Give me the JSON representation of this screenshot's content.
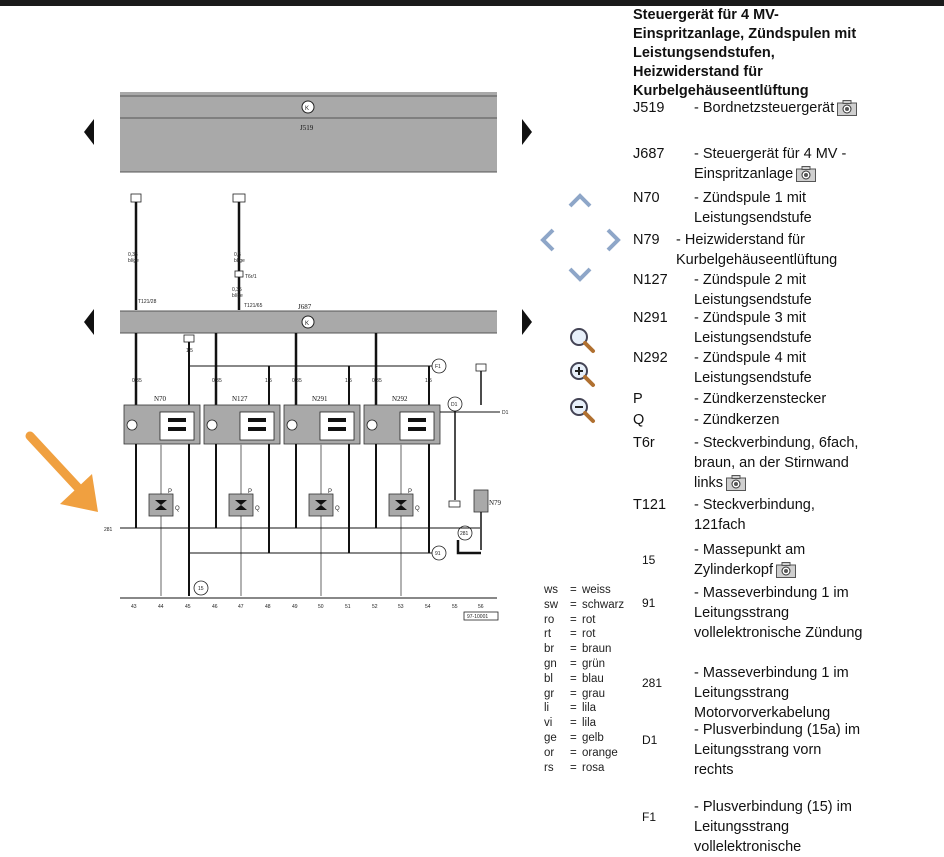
{
  "legend": {
    "title": "Steuergerät für 4 MV-Einspritzanlage, Zündspulen mit Leistungsendstufen, Heizwiderstand für Kurbelgehäuseentlüftung",
    "items": [
      {
        "code": "J519",
        "dash": "-",
        "text": "Bordnetzsteuergerät",
        "camera": true
      },
      {
        "code": "J687",
        "dash": "-",
        "text": "Steuergerät für 4 MV -Einspritzanlage",
        "camera": true
      },
      {
        "code": "N70",
        "dash": "-",
        "text": "Zündspule 1 mit Leistungsendstufe",
        "camera": false
      },
      {
        "code": "N79",
        "dash": "-",
        "text": "Heizwiderstand für Kurbelgehäuseentlüftung",
        "camera": false
      },
      {
        "code": "N127",
        "dash": "-",
        "text": "Zündspule 2 mit Leistungsendstufe",
        "camera": false
      },
      {
        "code": "N291",
        "dash": "-",
        "text": "Zündspule 3 mit Leistungsendstufe",
        "camera": false
      },
      {
        "code": "N292",
        "dash": "-",
        "text": "Zündspule 4 mit Leistungsendstufe",
        "camera": false
      },
      {
        "code": "P",
        "dash": "-",
        "text": "Zündkerzenstecker",
        "camera": false
      },
      {
        "code": "Q",
        "dash": "-",
        "text": "Zündkerzen",
        "camera": false
      },
      {
        "code": "T6r",
        "dash": "-",
        "text": "Steckverbindung, 6fach, braun, an der Stirnwand links",
        "camera": true
      },
      {
        "code": "T121",
        "dash": "-",
        "text": "Steckverbindung, 121fach",
        "camera": false
      },
      {
        "code": "15",
        "dash": "-",
        "text": "Massepunkt am Zylinderkopf",
        "camera": true
      },
      {
        "code": "91",
        "dash": "-",
        "text": "Masseverbindung 1 im Leitungsstrang vollelektronische Zündung",
        "camera": false
      },
      {
        "code": "281",
        "dash": "-",
        "text": "Masseverbindung 1 im Leitungsstrang Motorvorverkabelung",
        "camera": false
      },
      {
        "code": "D1",
        "dash": "-",
        "text": "Plusverbindung (15a) im Leitungsstrang vorn rechts",
        "camera": false
      },
      {
        "code": "F1",
        "dash": "-",
        "text": "Plusverbindung (15) im Leitungsstrang vollelektronische",
        "camera": false
      }
    ]
  },
  "abbreviations": [
    {
      "abbr": "ws",
      "eq": "=",
      "word": "weiss"
    },
    {
      "abbr": "sw",
      "eq": "=",
      "word": "schwarz"
    },
    {
      "abbr": "ro",
      "eq": "=",
      "word": "rot"
    },
    {
      "abbr": "rt",
      "eq": "=",
      "word": "rot"
    },
    {
      "abbr": "br",
      "eq": "=",
      "word": "braun"
    },
    {
      "abbr": "gn",
      "eq": "=",
      "word": "grün"
    },
    {
      "abbr": "bl",
      "eq": "=",
      "word": "blau"
    },
    {
      "abbr": "gr",
      "eq": "=",
      "word": "grau"
    },
    {
      "abbr": "li",
      "eq": "=",
      "word": "lila"
    },
    {
      "abbr": "vi",
      "eq": "=",
      "word": "lila"
    },
    {
      "abbr": "ge",
      "eq": "=",
      "word": "gelb"
    },
    {
      "abbr": "or",
      "eq": "=",
      "word": "orange"
    },
    {
      "abbr": "rs",
      "eq": "=",
      "word": "rosa"
    }
  ],
  "diagram": {
    "j519_label": "J519",
    "j687_label": "J687",
    "t6r_label": "T6r/1",
    "coils": [
      "N70",
      "N127",
      "N291",
      "N292"
    ],
    "n79_label": "N79",
    "ground_281": "281",
    "ground_91": "91",
    "ground_15": "15",
    "d1_label": "D1",
    "f1_label": "F1",
    "p_label": "P",
    "q_label": "Q",
    "ref_code": "97-10001",
    "bottom_numbers": [
      "43",
      "44",
      "45",
      "46",
      "47",
      "48",
      "49",
      "50",
      "51",
      "52",
      "53",
      "54",
      "55",
      "56"
    ],
    "wire_size": "0,35",
    "wire_color": "bl/ge"
  },
  "nav": {
    "icons": [
      "left-arrow-icon",
      "right-arrow-icon",
      "up-chevron-icon",
      "down-chevron-icon",
      "left-chevron-icon",
      "right-chevron-icon",
      "magnifier-icon",
      "zoom-in-icon",
      "zoom-out-icon",
      "orange-arrow-icon"
    ]
  },
  "colors": {
    "module_fill": "#a9a9a9",
    "arrow_orange": "#f0a040",
    "nav_blue": "#8ea6c8"
  }
}
